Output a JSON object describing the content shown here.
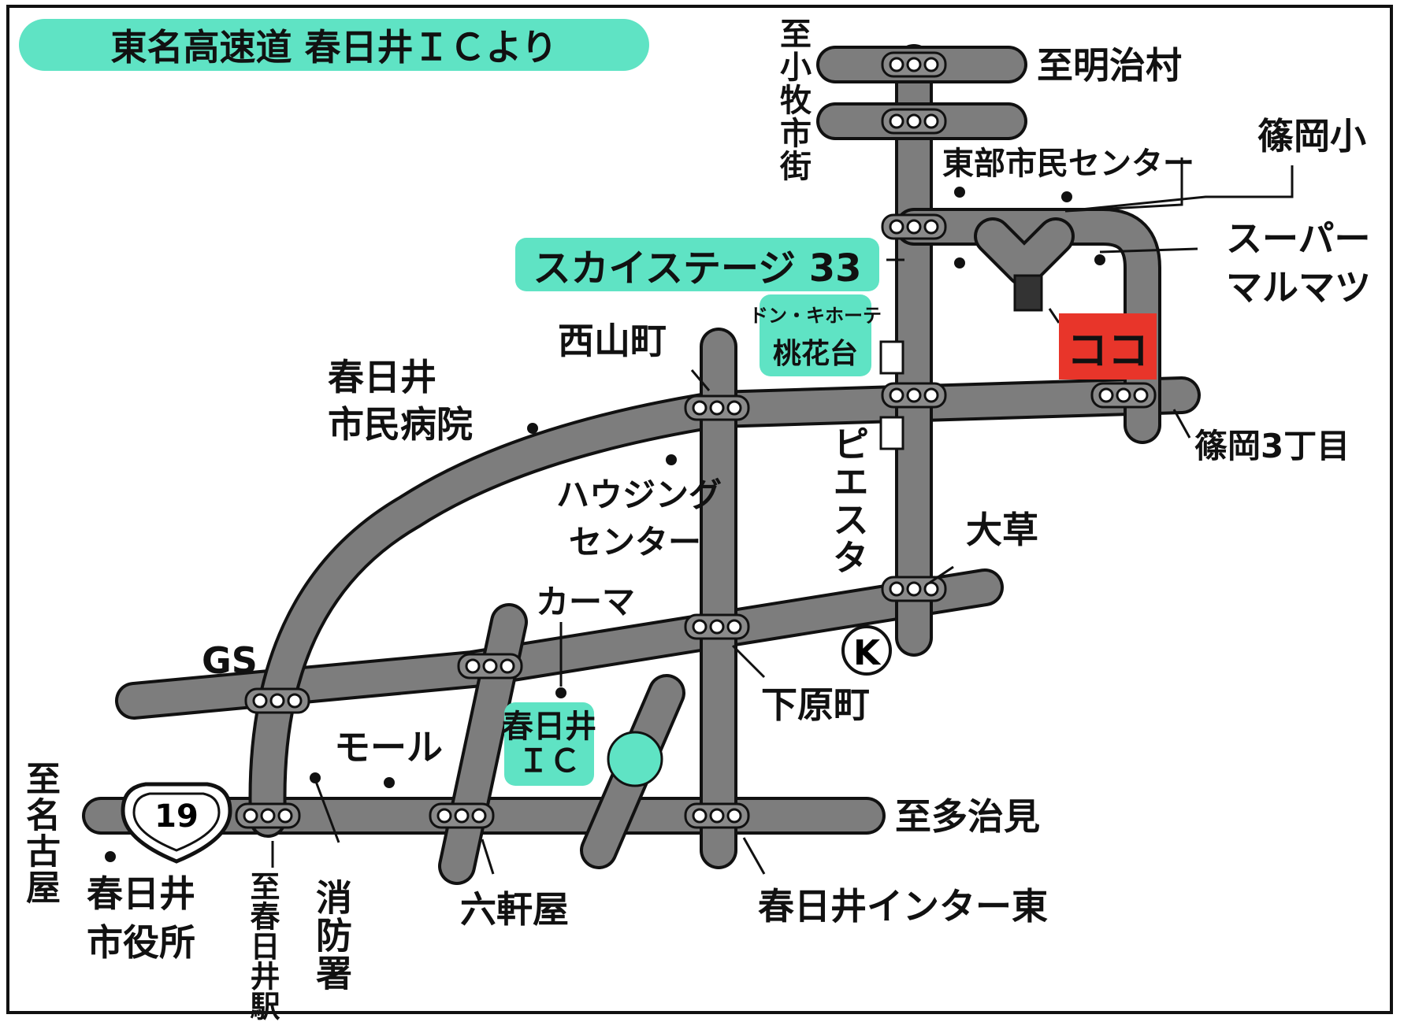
{
  "header": {
    "title": "東名高速道 春日井ＩＣより"
  },
  "destination": {
    "label": "ココ",
    "color": "#e8352a"
  },
  "highlight_color": "#5fe3c4",
  "labels": {
    "to_meiji_mura": "至明治村",
    "to_komaki": "至小牧市街",
    "tobu_center": "東部市民センター",
    "shinooka_sho": "篠岡小",
    "super_marumatsu_1": "スーパー",
    "super_marumatsu_2": "マルマツ",
    "sky_stage": "スカイステージ 33",
    "donki_1": "ドン・キホーテ",
    "donki_2": "桃花台",
    "nishiyama": "西山町",
    "hospital_1": "春日井",
    "hospital_2": "市民病院",
    "piesta": "ピエスタ",
    "shinooka3": "篠岡3丁目",
    "housing_1": "ハウジング",
    "housing_2": "センター",
    "okusa": "大草",
    "kama": "カーマ",
    "gs": "GS",
    "shimohara": "下原町",
    "mall": "モール",
    "ic_1": "春日井",
    "ic_2": "ＩＣ",
    "to_nagoya": "至名古屋",
    "route_number": "19",
    "to_tajimi": "至多治見",
    "city_hall_1": "春日井",
    "city_hall_2": "市役所",
    "to_kasugai_station": "至春日井駅",
    "fire_station": "消防署",
    "rokkenya": "六軒屋",
    "inter_higashi": "春日井インター東",
    "circle_k": "K"
  }
}
